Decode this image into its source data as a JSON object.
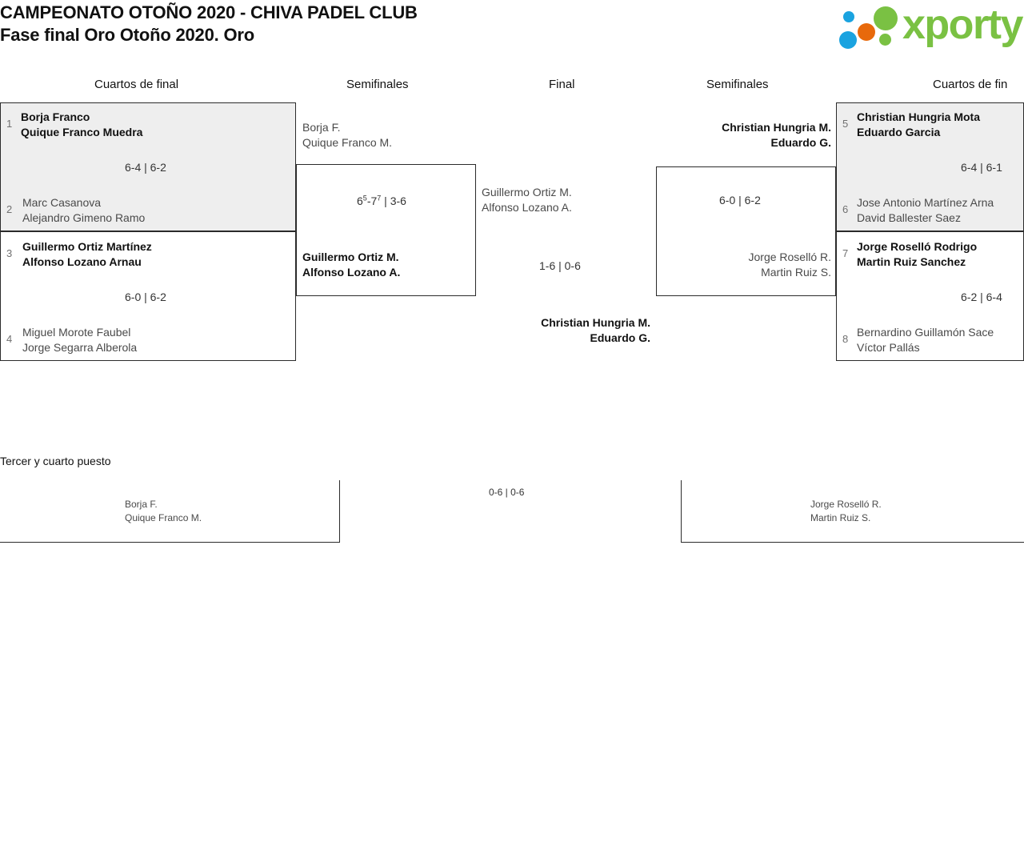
{
  "header": {
    "title_line1": "CAMPEONATO OTOÑO 2020 - CHIVA PADEL CLUB",
    "title_line2": "Fase final Oro Otoño 2020. Oro",
    "logo_text": "xporty",
    "logo_colors": {
      "green": "#7ac143",
      "blue": "#1aa3e0",
      "orange": "#e8690b"
    }
  },
  "round_headers": {
    "qf_left": "Cuartos de final",
    "sf_left": "Semifinales",
    "final": "Final",
    "sf_right": "Semifinales",
    "qf_right": "Cuartos de fin"
  },
  "bracket": {
    "quarterfinals_left": [
      {
        "score": "6-4 | 6-2",
        "top": {
          "seed": "1",
          "player1": "Borja Franco",
          "player2": "Quique Franco Muedra",
          "result": "winner"
        },
        "bottom": {
          "seed": "2",
          "player1": "Marc Casanova",
          "player2": "Alejandro Gimeno Ramo",
          "result": "loser"
        }
      },
      {
        "score": "6-0 | 6-2",
        "top": {
          "seed": "3",
          "player1": "Guillermo Ortiz Martínez",
          "player2": "Alfonso Lozano Arnau",
          "result": "winner"
        },
        "bottom": {
          "seed": "4",
          "player1": "Miguel Morote Faubel",
          "player2": "Jorge Segarra Alberola",
          "result": "loser"
        }
      }
    ],
    "quarterfinals_right": [
      {
        "score": "6-4 | 6-1",
        "top": {
          "seed": "5",
          "player1": "Christian Hungria Mota",
          "player2": "Eduardo Garcia",
          "result": "winner"
        },
        "bottom": {
          "seed": "6",
          "player1": "Jose Antonio Martínez Arna",
          "player2": "David Ballester Saez",
          "result": "loser"
        }
      },
      {
        "score": "6-2 | 6-4",
        "top": {
          "seed": "7",
          "player1": "Jorge Roselló Rodrigo",
          "player2": "Martin Ruiz Sanchez",
          "result": "winner"
        },
        "bottom": {
          "seed": "8",
          "player1": "Bernardino Guillamón Sace",
          "player2": "Víctor Pallás",
          "result": "loser"
        }
      }
    ],
    "semifinal_left": {
      "score_prefix": "6",
      "score_sup1": "5",
      "score_mid": "-7",
      "score_sup2": "7",
      "score_suffix": " | 3-6",
      "top": {
        "player1": "Borja F.",
        "player2": "Quique Franco M.",
        "result": "loser"
      },
      "bottom": {
        "player1": "Guillermo Ortiz M.",
        "player2": "Alfonso Lozano A.",
        "result": "winner"
      }
    },
    "semifinal_right": {
      "score": "6-0 | 6-2",
      "top": {
        "player1": "Christian Hungria M.",
        "player2": "Eduardo G.",
        "result": "winner"
      },
      "bottom": {
        "player1": "Jorge Roselló R.",
        "player2": "Martin Ruiz S.",
        "result": "loser"
      }
    },
    "final": {
      "score": "1-6 | 0-6",
      "top": {
        "player1": "Guillermo Ortiz M.",
        "player2": "Alfonso Lozano A.",
        "result": "loser"
      },
      "bottom": {
        "player1": "Christian Hungria M.",
        "player2": "Eduardo G.",
        "result": "winner"
      }
    }
  },
  "third_place": {
    "title": "Tercer y cuarto puesto",
    "score": "0-6 | 0-6",
    "left": {
      "player1": "Borja F.",
      "player2": "Quique Franco M."
    },
    "right": {
      "player1": "Jorge Roselló R.",
      "player2": "Martin Ruiz S."
    }
  }
}
